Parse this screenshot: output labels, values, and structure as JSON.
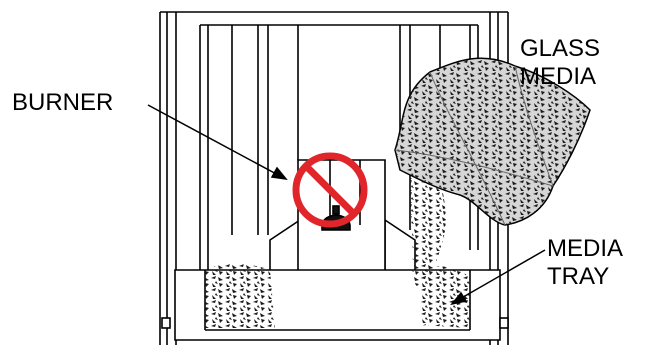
{
  "labels": {
    "burner": "BURNER",
    "glass_media": [
      "GLASS",
      "MEDIA"
    ],
    "media_tray": [
      "MEDIA",
      "TRAY"
    ]
  },
  "colors": {
    "prohibited_ring": "#e0262a",
    "glass_bag": "#d6d6d6",
    "media_chips": "#1a1a1a"
  },
  "icons": [
    "prohibited-icon",
    "burner-assembly",
    "glass-media-bag"
  ]
}
